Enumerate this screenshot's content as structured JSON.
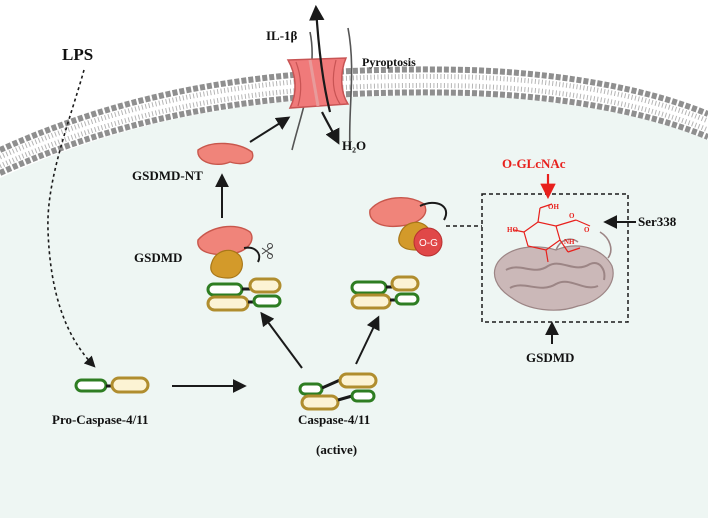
{
  "labels": {
    "lps": "LPS",
    "il1b": "IL-1β",
    "pyroptosis": "Pyroptosis",
    "h2o": "H₂O",
    "gsdmd_nt": "GSDMD-NT",
    "gsdmd_left": "GSDMD",
    "o_glcnac": "O-GLcNAc",
    "ser338": "Ser338",
    "o_g_badge": "O-G",
    "gsdmd_structure": "GSDMD",
    "pro_caspase": "Pro-Caspase-4/11",
    "caspase": "Caspase-4/11",
    "active": "(active)"
  },
  "glycan_atoms": {
    "oh_top": "OH",
    "o_ring": "O",
    "ho_left": "HO",
    "nh": "NH",
    "o_right": "O"
  },
  "colors": {
    "membrane_head": "#8f8f8f",
    "cytoplasm": "#eef6f3",
    "pore": "#f07a7a",
    "gsdmd_nt": "#f0847a",
    "gsdmd_ct": "#d39a2a",
    "caspase_green": "#2e7d22",
    "caspase_gold": "#b08d2e",
    "o_glcnac_red": "#e8201c",
    "protein": "#b9a3a3"
  }
}
